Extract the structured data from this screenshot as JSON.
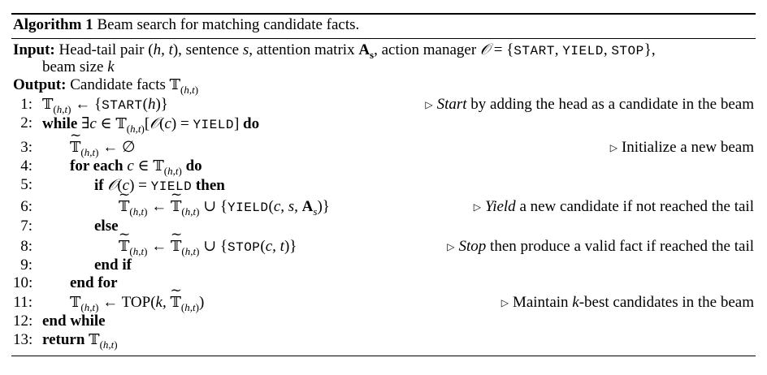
{
  "algorithm": {
    "label": "Algorithm 1",
    "title": "Beam search for matching candidate facts."
  },
  "io": {
    "input_label": "Input:",
    "input_text_1": "Head-tail pair",
    "input_text_2": ", sentence",
    "input_text_3": ", attention matrix",
    "input_text_4": ", action manager",
    "input_text_5": "beam size",
    "output_label": "Output:",
    "output_text": "Candidate facts"
  },
  "keywords": {
    "start": "START",
    "yield": "YIELD",
    "stop": "STOP",
    "while": "while",
    "do": "do",
    "for_each": "for each",
    "if": "if",
    "then": "then",
    "else": "else",
    "end_if": "end if",
    "end_for": "end for",
    "end_while": "end while",
    "return": "return",
    "top": "TOP"
  },
  "line_numbers": [
    "1:",
    "2:",
    "3:",
    "4:",
    "5:",
    "6:",
    "7:",
    "8:",
    "9:",
    "10:",
    "11:",
    "12:",
    "13:"
  ],
  "comments": {
    "line1_em": "Start",
    "line1_rest": " by adding the head as a candidate in the beam",
    "line3": "Initialize a new beam",
    "line6_em": "Yield",
    "line6_rest": " a new candidate if not reached the tail",
    "line8_em": "Stop",
    "line8_rest": " then produce a valid fact if reached the tail",
    "line11_pre": "Maintain ",
    "line11_k": "k",
    "line11_rest": "-best candidates in the beam"
  }
}
